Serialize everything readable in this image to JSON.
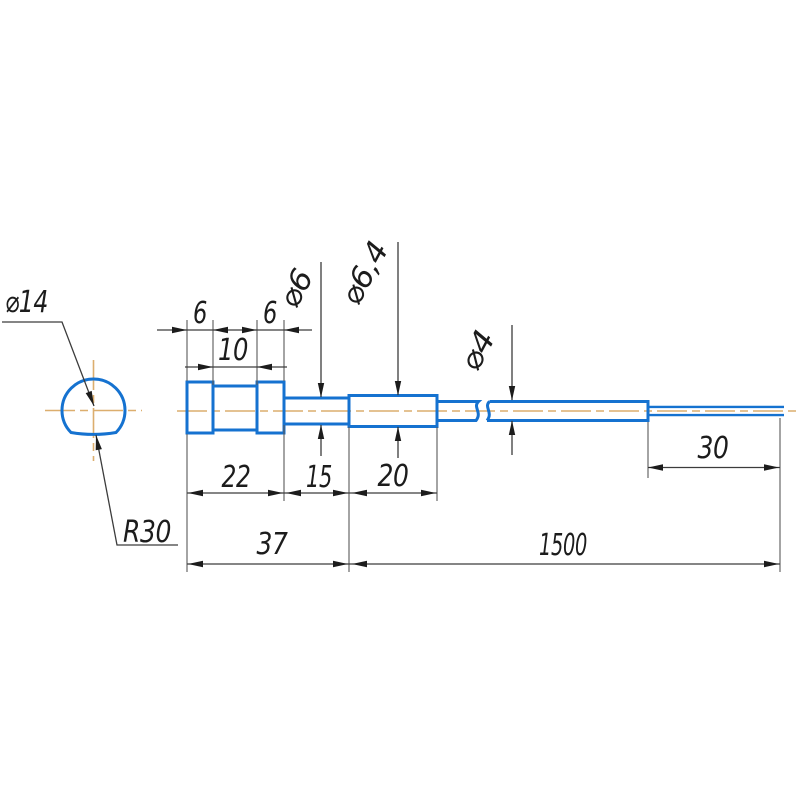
{
  "drawing": {
    "view_end": {
      "diameter_label": "⌀14",
      "radius_label": "R30"
    },
    "view_main": {
      "head_step_left": "6",
      "head_step_middle": "10",
      "head_step_right": "6",
      "shaft_diameter_1": "⌀6",
      "shaft_diameter_2": "⌀6,4",
      "sheath_diameter": "⌀4",
      "length_head": "22",
      "length_shaft_1": "15",
      "length_shaft_2": "20",
      "length_wire_strip": "30",
      "length_front": "37",
      "length_total": "1500"
    },
    "colors": {
      "part_outline": "#1572d0",
      "centerline": "#dcae6e",
      "dimension_line": "#3c3c3c",
      "text": "#1c1c1c",
      "background": "#ffffff"
    }
  }
}
